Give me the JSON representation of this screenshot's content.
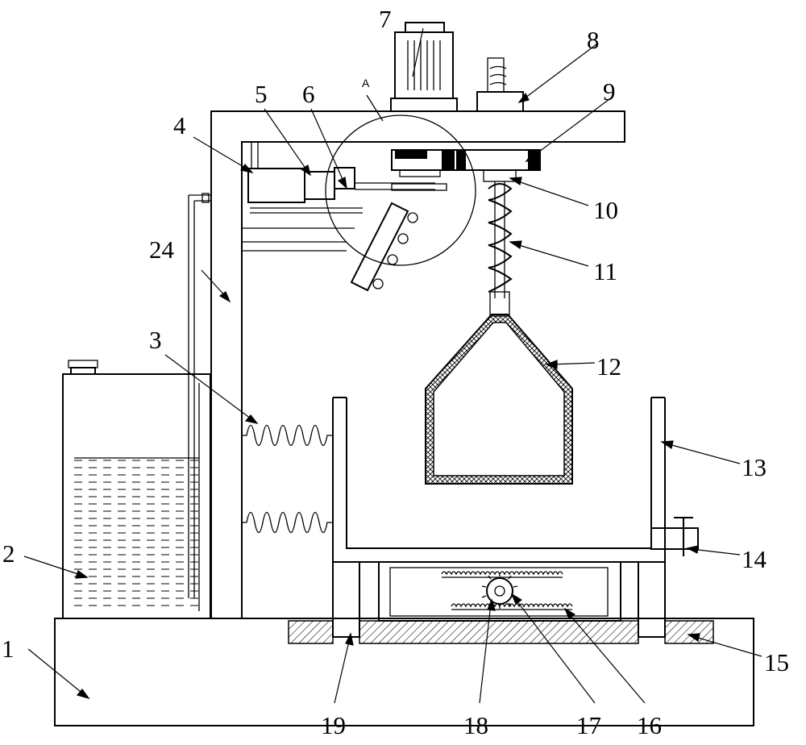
{
  "callouts": [
    "1",
    "2",
    "3",
    "4",
    "5",
    "6",
    "7",
    "8",
    "9",
    "10",
    "11",
    "12",
    "13",
    "14",
    "15",
    "16",
    "17",
    "18",
    "19",
    "24"
  ],
  "detail_marker": "A"
}
